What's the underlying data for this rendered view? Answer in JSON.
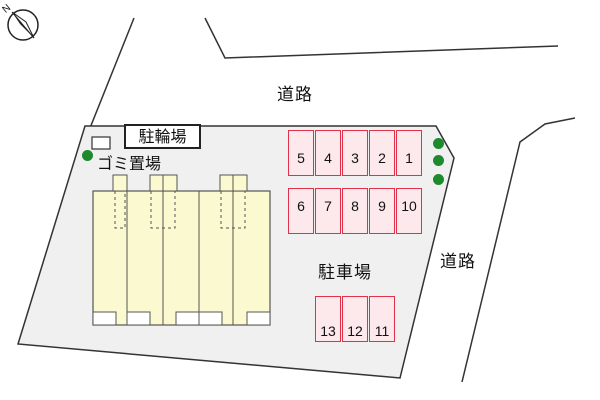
{
  "labels": {
    "road_top": "道路",
    "road_right": "道路",
    "parking": "駐車場",
    "bicycle_parking": "駐輪場",
    "garbage_area": "ゴミ置場"
  },
  "parking_spaces": {
    "row_top": [
      "5",
      "4",
      "3",
      "2",
      "1"
    ],
    "row_middle": [
      "6",
      "7",
      "8",
      "9",
      "10"
    ],
    "row_bottom": [
      "13",
      "12",
      "11"
    ]
  },
  "compass": {
    "letter": "N"
  },
  "colors": {
    "parking_fill": "#fde8ec",
    "parking_border": "#e0304a",
    "building_fill": "#fbf9cf",
    "site_fill": "#f0f0f0",
    "tree": "#1e8a2e"
  }
}
